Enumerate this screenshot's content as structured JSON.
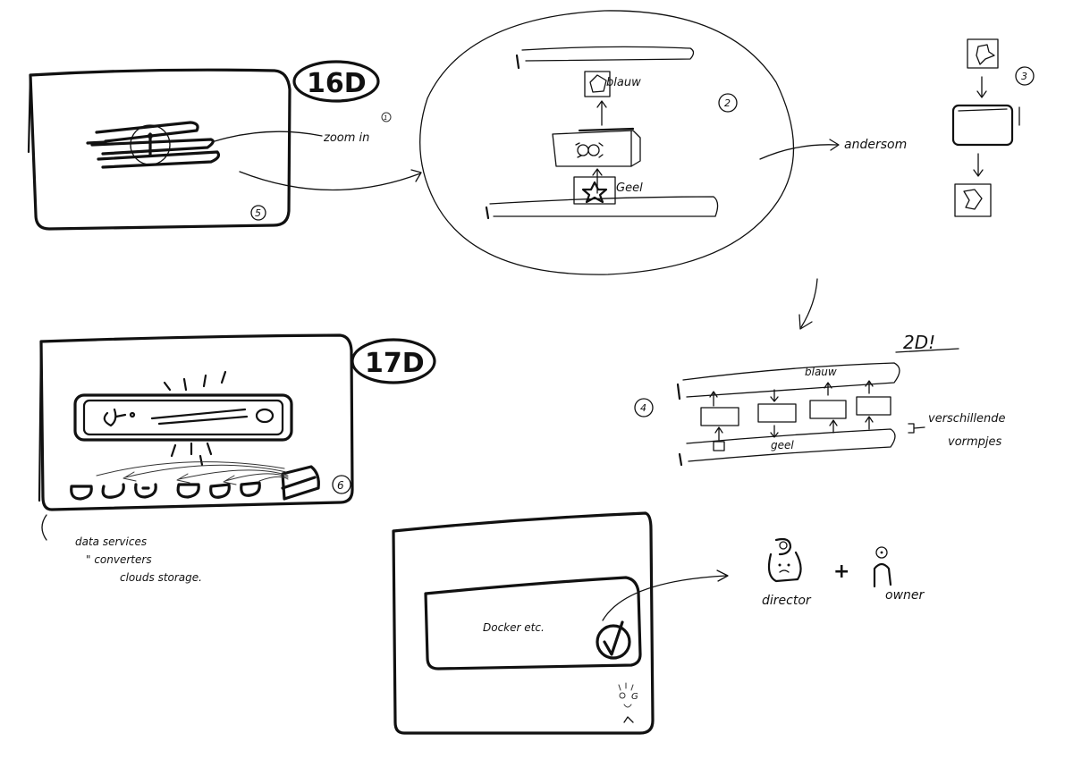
{
  "frames": {
    "frame_16d": {
      "badge": "16D",
      "step": "5"
    },
    "frame_17d": {
      "badge": "17D",
      "step": "6"
    }
  },
  "labels": {
    "zoom": "zoom in",
    "zoom_step": "1",
    "circle_step": "2",
    "top_layer": "blauw",
    "bottom_layer": "Geel",
    "reverse": "andersom",
    "reverse_step": "3",
    "two_d": "2D!",
    "two_d_step": "4",
    "two_d_top": "blauw",
    "two_d_bottom": "geel",
    "shapes_note_1": "verschillende",
    "shapes_note_2": "vormpjes",
    "services_1": "data services",
    "services_2": "\"     converters",
    "services_3": "clouds storage.",
    "docker": "Docker etc.",
    "director": "director",
    "plus": "+",
    "owner": "owner",
    "face": "G"
  },
  "colors": {
    "ink": "#111111",
    "paper": "#ffffff"
  },
  "icons": {
    "gear": "gear-icon",
    "check": "checkmark-icon",
    "star": "star-icon",
    "person": "person-icon"
  }
}
